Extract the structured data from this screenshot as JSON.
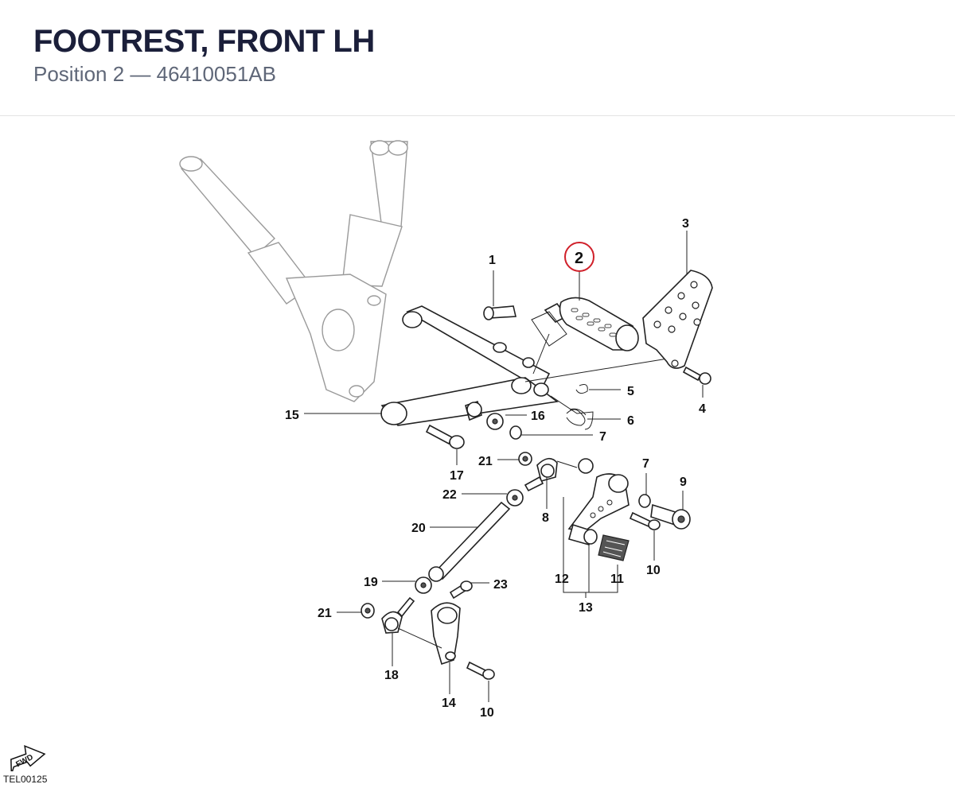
{
  "header": {
    "title": "FOOTREST, FRONT LH",
    "subtitle": "Position 2 — 46410051AB"
  },
  "diagram": {
    "highlighted_callout": "2",
    "highlight_color": "#d0202a",
    "callouts": [
      "1",
      "2",
      "3",
      "4",
      "5",
      "6",
      "7",
      "7",
      "8",
      "9",
      "10",
      "10",
      "11",
      "12",
      "13",
      "14",
      "15",
      "16",
      "17",
      "18",
      "19",
      "20",
      "21",
      "21",
      "22",
      "23"
    ]
  },
  "footer": {
    "fwd_label": "FWD",
    "reference": "TEL00125"
  }
}
